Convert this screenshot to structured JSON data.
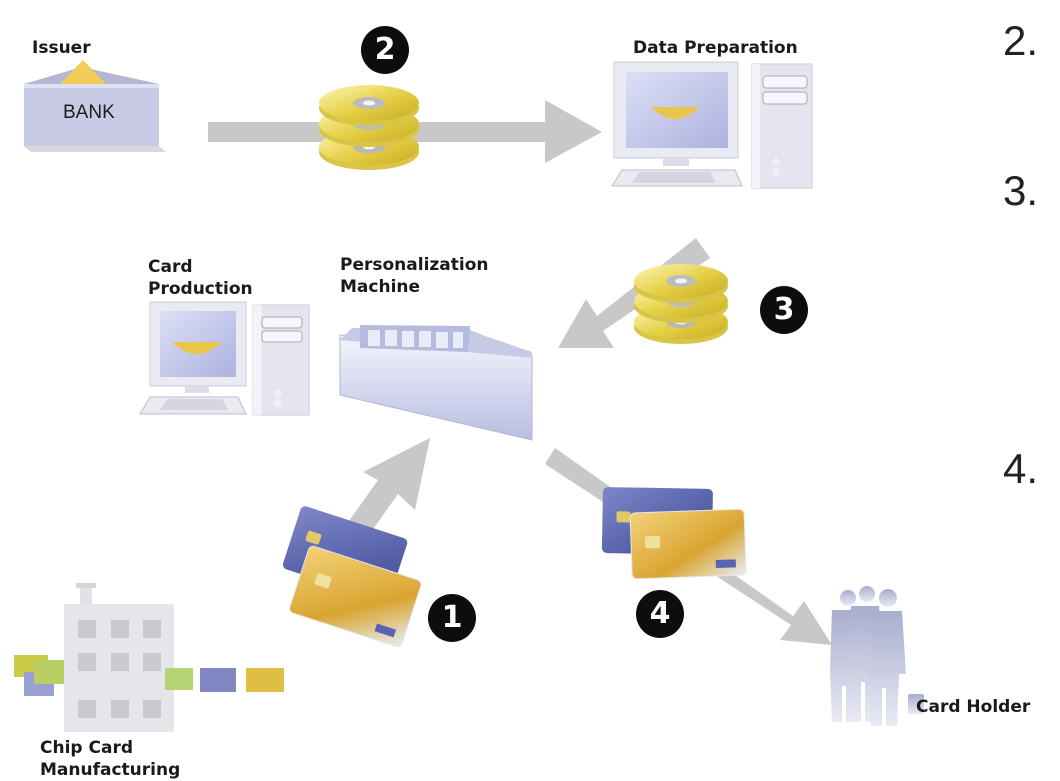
{
  "labels": {
    "issuer": "Issuer",
    "bank": "BANK",
    "data_preparation": "Data Preparation",
    "card_production": "Card\nProduction",
    "personalization_machine": "Personalization\nMachine",
    "chip_card_manufacturing": "Chip Card\nManufacturing",
    "card_holder": "Card Holder"
  },
  "steps": [
    "1",
    "2",
    "3",
    "4"
  ],
  "side_numbers": [
    "2.",
    "3.",
    "4."
  ],
  "colors": {
    "arrow": "#c8c8c8",
    "disc": "#e9d75a",
    "screen": "#c7c9ea",
    "machine": "#d9dcf2",
    "step_badge": "#0d0d0d",
    "card_blue": "#4e58a6",
    "card_gold": "#d9a531"
  },
  "icons": [
    "bank-building-icon",
    "disc-stack-icon",
    "computer-icon",
    "personalization-machine-icon",
    "chip-card-icon",
    "factory-icon",
    "people-icon"
  ]
}
